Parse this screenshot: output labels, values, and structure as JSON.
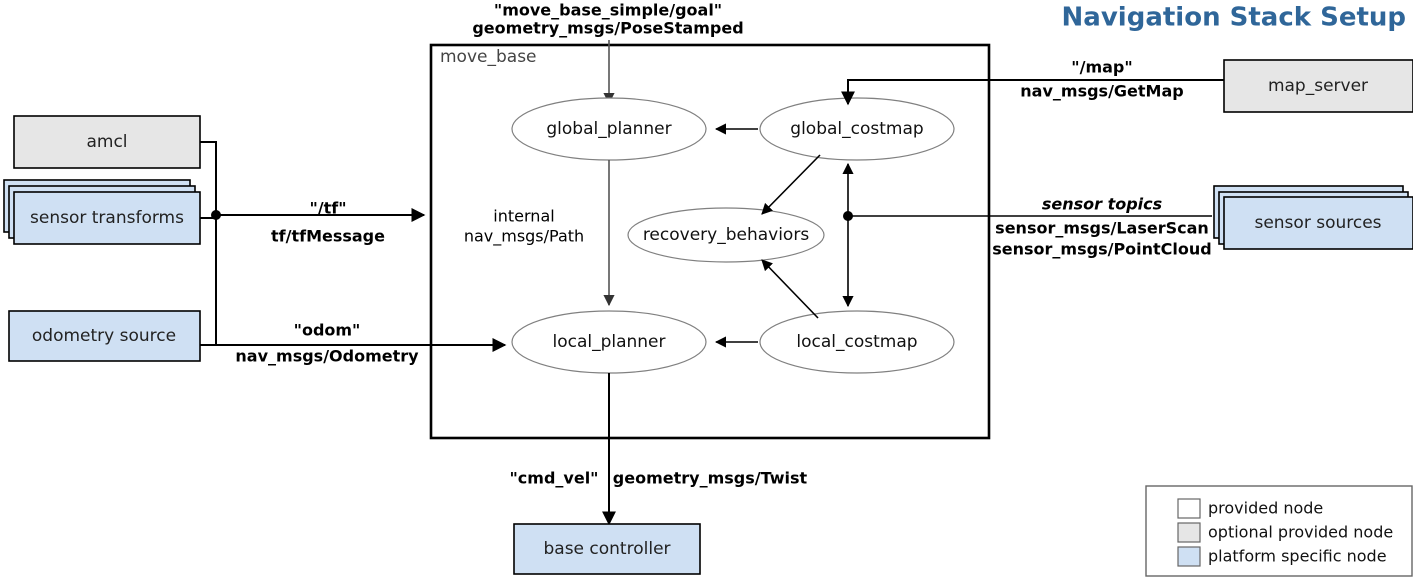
{
  "title": "Navigation Stack Setup",
  "theme": {
    "title_color": "#2f6699",
    "platform_node_fill": "#cfe0f3",
    "optional_node_fill": "#e6e6e6",
    "provided_node_fill": "#ffffff",
    "ellipse_stroke": "#808080",
    "edge_color": "#000000"
  },
  "container": {
    "name": "move_base"
  },
  "internal_nodes": [
    {
      "id": "global_planner",
      "label": "global_planner"
    },
    {
      "id": "global_costmap",
      "label": "global_costmap"
    },
    {
      "id": "recovery_behaviors",
      "label": "recovery_behaviors"
    },
    {
      "id": "local_planner",
      "label": "local_planner"
    },
    {
      "id": "local_costmap",
      "label": "local_costmap"
    }
  ],
  "external_nodes": [
    {
      "id": "amcl",
      "label": "amcl",
      "kind": "optional provided node"
    },
    {
      "id": "sensor_transforms",
      "label": "sensor transforms",
      "kind": "platform specific node"
    },
    {
      "id": "odometry_source",
      "label": "odometry source",
      "kind": "platform specific node"
    },
    {
      "id": "map_server",
      "label": "map_server",
      "kind": "optional provided node"
    },
    {
      "id": "sensor_sources",
      "label": "sensor sources",
      "kind": "platform specific node"
    },
    {
      "id": "base_controller",
      "label": "base controller",
      "kind": "platform specific node"
    }
  ],
  "topics": {
    "goal": {
      "name": "\"move_base_simple/goal\"",
      "type": "geometry_msgs/PoseStamped"
    },
    "tf": {
      "name": "\"/tf\"",
      "type": "tf/tfMessage"
    },
    "odom": {
      "name": "\"odom\"",
      "type": "nav_msgs/Odometry"
    },
    "map": {
      "name": "\"/map\"",
      "type": "nav_msgs/GetMap"
    },
    "sensor": {
      "name": "sensor topics",
      "type_1": "sensor_msgs/LaserScan",
      "type_2": "sensor_msgs/PointCloud"
    },
    "cmd_vel": {
      "name": "\"cmd_vel\"",
      "type": "geometry_msgs/Twist"
    },
    "internal": {
      "name": "internal",
      "type": "nav_msgs/Path"
    }
  },
  "legend": {
    "items": [
      {
        "label": "provided node",
        "color": "#ffffff"
      },
      {
        "label": "optional provided node",
        "color": "#e6e6e6"
      },
      {
        "label": "platform specific node",
        "color": "#cfe0f3"
      }
    ]
  }
}
